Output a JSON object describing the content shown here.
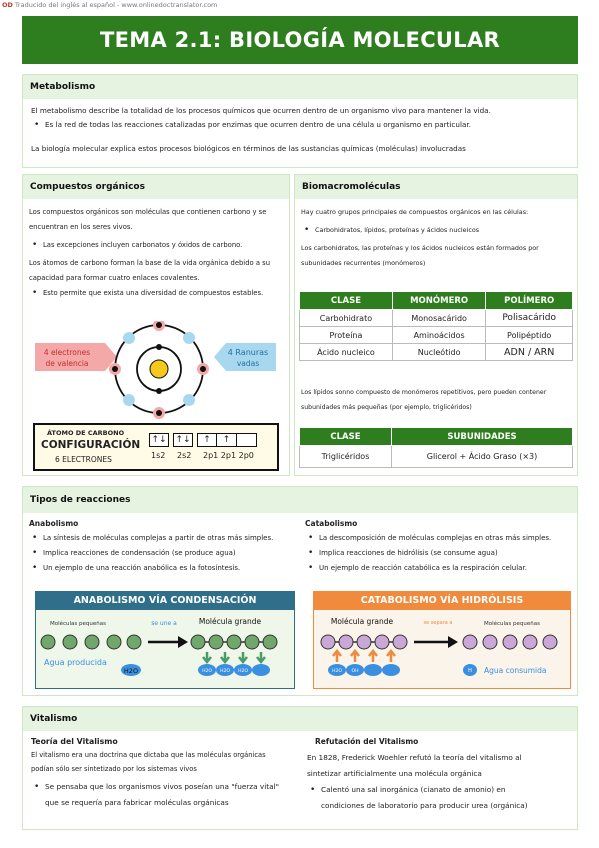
{
  "translator_note": "Traducido del inglés al español - www.onlinedoctranslator.com",
  "translator_logo": "OD",
  "title": "TEMA 2.1: BIOLOGÍA MOLECULAR",
  "metabolismo": {
    "heading": "Metabolismo",
    "p1": "El metabolismo describe la totalidad de los procesos químicos que ocurren dentro de un organismo vivo para mantener la vida.",
    "b1": "Es la red de todas las reacciones catalizadas por enzimas que ocurren dentro de una célula u organismo en particular.",
    "p2": "La biología molecular explica estos procesos biológicos en términos de las sustancias químicas (moléculas) involucradas"
  },
  "compuestos": {
    "heading": "Compuestos orgánicos",
    "p1a": "Los compuestos orgánicos son moléculas que contienen carbono y se",
    "p1b": "encuentran en los seres vivos.",
    "b1": "Las excepciones incluyen carbonatos y óxidos de carbono.",
    "p2a": "Los átomos de carbono forman la base de la vida orgánica debido a su",
    "p2b": "capacidad para formar cuatro enlaces covalentes.",
    "b2": "Esto permite que exista una diversidad de compuestos estables.",
    "left_label_1": "4 electrones",
    "left_label_2": "de valencia",
    "right_label_1": "4 Ranuras",
    "right_label_2": "vadas",
    "atom_title": "ÁTOMO DE CARBONO",
    "config": "CONFIGURACIÓN",
    "electrons": "6 ELECTRONES",
    "orb_1s": "1s2",
    "orb_2s": "2s2",
    "orb_2p": "2p1 2p1 2p0",
    "arrows_paired": "↑↓",
    "arrow_single": "↑"
  },
  "biomacro": {
    "heading": "Biomacromoléculas",
    "p1": "Hay cuatro grupos principales de compuestos orgánicos en las células:",
    "b1": "Carbohidratos, lípidos, proteínas y ácidos nucleicos",
    "p2a": "Los carbohidratos, las proteínas y los ácidos nucleicos están formados por",
    "p2b": "subunidades recurrentes (monómeros)",
    "table1_headers": [
      "CLASE",
      "MONÓMERO",
      "POLÍMERO"
    ],
    "table1_rows": [
      [
        "Carbohidrato",
        "Monosacárido",
        "Polisacárido"
      ],
      [
        "Proteína",
        "Aminoácidos",
        "Polipéptido"
      ],
      [
        "Ácido nucleico",
        "Nucleótido",
        "ADN / ARN"
      ]
    ],
    "p3a": "Los lípidos sonno compuesto de monómeros repetitivos, pero pueden contener",
    "p3b": "subunidades más pequeñas (por ejemplo, triglicéridos)",
    "table2_headers": [
      "CLASE",
      "SUBUNIDADES"
    ],
    "table2_rows": [
      [
        "Triglicéridos",
        "Glicerol + Ácido Graso (×3)"
      ]
    ]
  },
  "reacciones": {
    "heading": "Tipos de reacciones",
    "anab_title": "Anabolismo",
    "anab_b1": "La síntesis de moléculas complejas a partir de otras más simples.",
    "anab_b2": "Implica reacciones de condensación (se produce agua)",
    "anab_b3": "Un ejemplo de una reacción anabólica es la fotosíntesis.",
    "cat_title": "Catabolismo",
    "cat_b1": "La descomposición de moléculas complejas en otras más simples.",
    "cat_b2": "Implica reacciones de hidrólisis (se consume agua)",
    "cat_b3": "Un ejemplo de reacción catabólica es la respiración celular.",
    "anab_diag_title": "ANABOLISMO VÍA CONDENSACIÓN",
    "anab_small": "Moléculas pequeñas",
    "anab_joins": "se une a",
    "anab_big": "Molécula grande",
    "anab_water": "Agua producida",
    "h2o": "H2O",
    "cat_diag_title": "CATABOLISMO VÍA HIDRÓLISIS",
    "cat_big": "Molécula grande",
    "cat_splits": "se separa a",
    "cat_small": "Moléculas pequeñas",
    "cat_water": "Agua consumida",
    "oh": "OH",
    "h": "H"
  },
  "vitalismo": {
    "heading": "Vitalismo",
    "teoria_title": "Teoría del Vitalismo",
    "t1": "El vitalismo era una doctrina que dictaba que las moléculas orgánicas",
    "t2": "podían sólo ser sintetizado por los sistemas vivos",
    "tb1": "Se pensaba que los organismos vivos poseían una \"fuerza vital\"",
    "tb2": "que se requería para fabricar moléculas orgánicas",
    "ref_title": "Refutación del Vitalismo",
    "r1": "En 1828, Frederick Woehler refutó la teoría del vitalismo al",
    "r2": "sintetizar artificialmente una molécula orgánica",
    "rb1": "Calentó una sal inorgánica (cianato de amonio) en",
    "rb2": "condiciones de laboratorio para producir urea (orgánica)"
  },
  "colors": {
    "accent_green": "#2e7d1e",
    "header_bg": "#e6f3e0",
    "anab_title_bg": "#2f6f8a",
    "cat_title_bg": "#f08a3c",
    "molecule_green": "#6fa86a",
    "molecule_purple": "#c9a8d8",
    "water_blue": "#3b8fe0"
  }
}
